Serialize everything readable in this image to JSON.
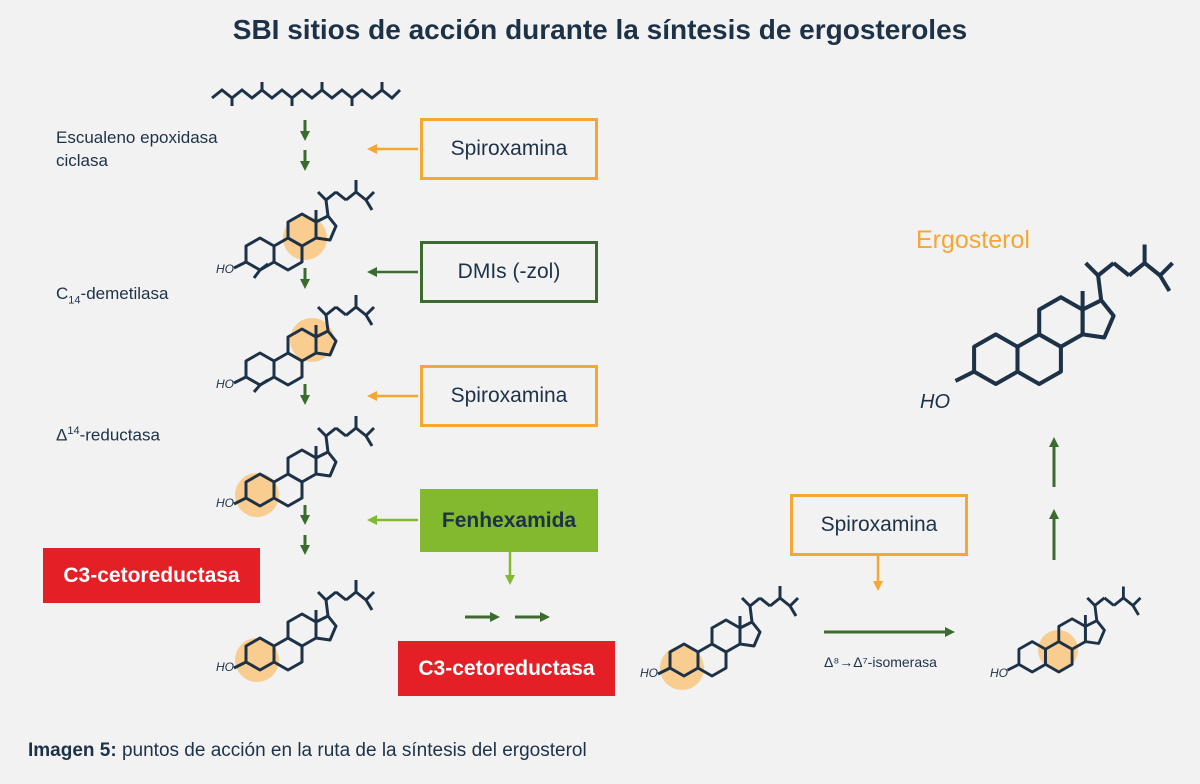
{
  "title": "SBI sitios de acción durante la síntesis de ergosteroles",
  "labels": {
    "squalene_enzyme_line1": "Escualeno epoxidasa",
    "squalene_enzyme_line2": "ciclasa",
    "c14_prefix": "C",
    "c14_sub": "14",
    "c14_suffix": "-demetilasa",
    "d14_prefix": "Δ",
    "d14_sup": "14",
    "d14_suffix": "-reductasa",
    "isomerase": "Δ⁸→Δ⁷-isomerasa",
    "ergosterol": "Ergosterol",
    "ho": "HO"
  },
  "boxes": {
    "spiroxamina_1": "Spiroxamina",
    "dmis": "DMIs (-zol)",
    "spiroxamina_2": "Spiroxamina",
    "fenhexamida": "Fenhexamida",
    "c3_left": "C3-cetoreductasa",
    "c3_bottom": "C3-cetoreductasa",
    "spiroxamina_3": "Spiroxamina"
  },
  "caption": {
    "bold": "Imagen 5:",
    "text": " puntos de acción en la ruta de la síntesis del ergosterol"
  },
  "colors": {
    "dark_navy": "#1d3247",
    "orange": "#f5a733",
    "dark_green": "#3c6b2f",
    "light_green": "#82b92e",
    "red": "#e41f26",
    "highlight": "#f9cd8f",
    "background": "#f2f2f2"
  }
}
